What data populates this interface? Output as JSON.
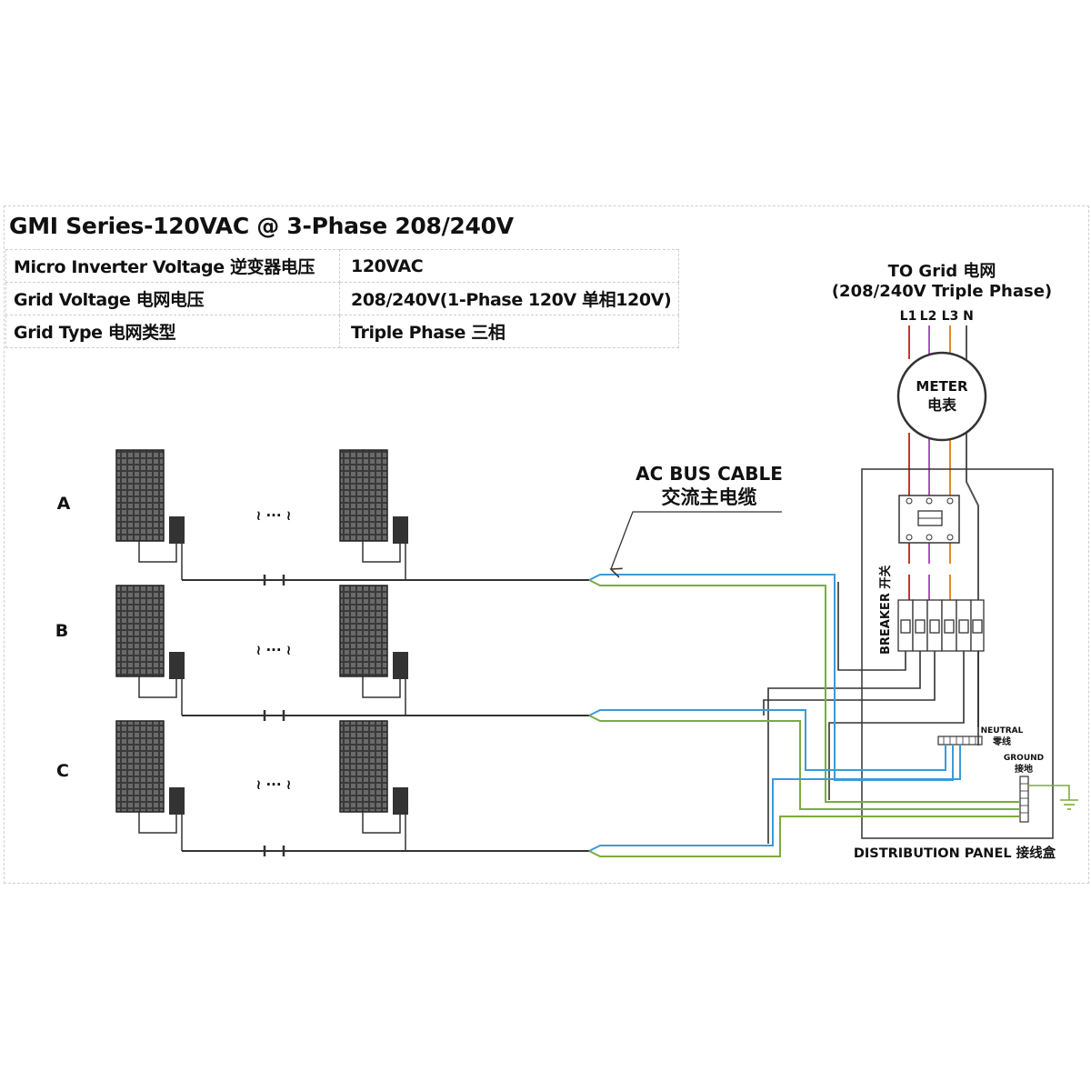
{
  "title": "GMI Series-120VAC @ 3-Phase 208/240V",
  "specs": [
    {
      "label": "Micro Inverter Voltage 逆变器电压",
      "value": "120VAC"
    },
    {
      "label": "Grid  Voltage 电网电压",
      "value": "208/240V(1-Phase 120V 单相120V)"
    },
    {
      "label": "Grid Type 电网类型",
      "value": "Triple Phase 三相"
    }
  ],
  "grid": {
    "line1": "TO Grid 电网",
    "line2": "(208/240V Triple Phase)"
  },
  "phases": [
    "L1",
    "L2",
    "L3",
    "N"
  ],
  "meter": {
    "line1": "METER",
    "line2": "电表"
  },
  "strings": [
    "A",
    "B",
    "C"
  ],
  "string_gap": "≀ ··· ≀",
  "ac_bus": {
    "line1": "AC BUS CABLE",
    "line2": "交流主电缆"
  },
  "breaker": "BREAKER 开关",
  "neutral": {
    "line1": "NEUTRAL",
    "line2": "零线"
  },
  "ground": {
    "line1": "GROUND",
    "line2": "接地"
  },
  "panel": "DISTRIBUTION PANEL 接线盒",
  "colors": {
    "L1": "#c0392b",
    "L2": "#b04fc0",
    "L3": "#e08a2c",
    "N": "#555555",
    "blue": "#3a9bd8",
    "green": "#7dab3c",
    "wire": "#333333",
    "panel_module": "#444444"
  }
}
